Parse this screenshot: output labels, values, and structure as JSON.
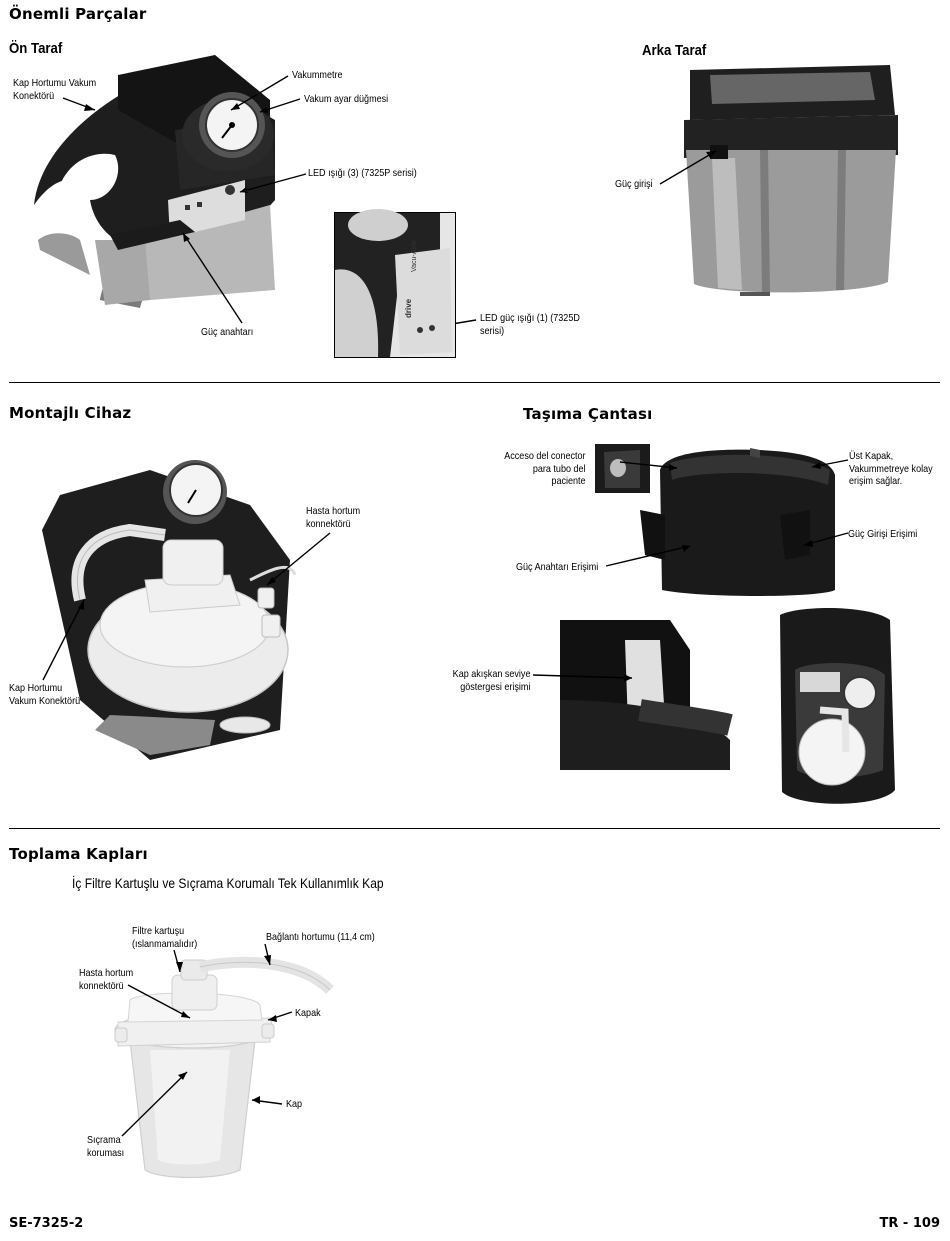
{
  "page_title": "Önemli Parçalar",
  "sections": {
    "front": {
      "title": "Ön Taraf",
      "labels": {
        "jar_hose": "Kap Hortumu Vakum\nKonektörü",
        "vacuum_gauge": "Vakummetre",
        "vacuum_knob": "Vakum ayar düğmesi",
        "led_3": "LED ışığı (3) (7325P serisi)",
        "power_switch": "Güç anahtarı",
        "led_1": "LED güç ışığı (1) (7325D\nserisi)"
      },
      "inset_logos": {
        "brand": "drive",
        "model": "Vacu-Aide"
      }
    },
    "back": {
      "title": "Arka Taraf",
      "labels": {
        "power_input": "Güç girişi"
      }
    },
    "assembled": {
      "title": "Montajlı Cihaz",
      "labels": {
        "patient_hose": "Hasta hortum\nkonnektörü",
        "jar_hose": "Kap Hortumu\nVakum Konektörü"
      }
    },
    "bag": {
      "title": "Taşıma Çantası",
      "labels": {
        "patient_tube_access": "Acceso del conector\npara tubo del\npaciente",
        "top_cover": "Üst Kapak,\nVakummetreye kolay\nerişim sağlar.",
        "power_input_access": "Güç Girişi Erişimi",
        "power_switch_access": "Güç Anahtarı Erişimi",
        "fluid_level_access": "Kap akışkan seviye\ngöstergesi erişimi"
      }
    },
    "containers": {
      "title": "Toplama Kapları",
      "subtitle": "İç Filtre Kartuşlu ve Sıçrama Korumalı Tek Kullanımlık Kap",
      "labels": {
        "filter": "Filtre kartuşu\n(ıslanmamalıdır)",
        "connection_hose": "Bağlantı hortumu (11,4 cm)",
        "patient_hose": "Hasta hortum\nkonnektörü",
        "lid": "Kapak",
        "jar": "Kap",
        "splash": "Sıçrama\nkoruması"
      }
    }
  },
  "footer": {
    "left": "SE-7325-2",
    "right": "TR - 109"
  },
  "colors": {
    "device_dark": "#1e1e1e",
    "device_grey": "#9a9a9a",
    "jar_white": "#f0f0f0"
  }
}
